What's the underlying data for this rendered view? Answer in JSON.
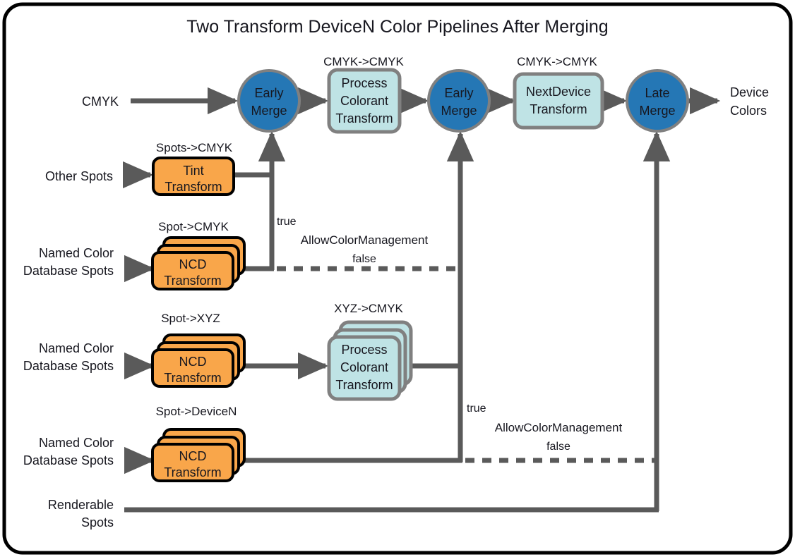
{
  "title": "Two Transform DeviceN Color Pipelines After Merging",
  "colors": {
    "frame_border": "#000000",
    "background": "#ffffff",
    "merge_fill": "#2577b5",
    "merge_stroke": "#808080",
    "process_fill": "#bfe3e5",
    "process_stroke": "#808080",
    "ncd_fill": "#f9a64a",
    "ncd_stroke": "#000000",
    "connector": "#5a5a5a",
    "text": "#17171f"
  },
  "nodes": {
    "early_merge_1": {
      "line1": "Early",
      "line2": "Merge"
    },
    "process_colorant_top": {
      "line1": "Process",
      "line2": "Colorant",
      "line3": "Transform"
    },
    "early_merge_2": {
      "line1": "Early",
      "line2": "Merge"
    },
    "next_device": {
      "line1": "NextDevice",
      "line2": "Transform"
    },
    "late_merge": {
      "line1": "Late",
      "line2": "Merge"
    },
    "tint_transform": {
      "line1": "Tint",
      "line2": "Transform"
    },
    "ncd_cmyk": {
      "line1": "NCD",
      "line2": "Transform"
    },
    "ncd_xyz": {
      "line1": "NCD",
      "line2": "Transform"
    },
    "process_colorant_xyz": {
      "line1": "Process",
      "line2": "Colorant",
      "line3": "Transform"
    },
    "ncd_devicen": {
      "line1": "NCD",
      "line2": "Transform"
    }
  },
  "edge_labels": {
    "cmyk_to_cmyk_1": "CMYK->CMYK",
    "cmyk_to_cmyk_2": "CMYK->CMYK",
    "spots_to_cmyk": "Spots->CMYK",
    "spot_to_cmyk": "Spot->CMYK",
    "spot_to_xyz": "Spot->XYZ",
    "xyz_to_cmyk": "XYZ->CMYK",
    "spot_to_devicen": "Spot->DeviceN"
  },
  "inputs": {
    "cmyk": "CMYK",
    "other_spots": "Other Spots",
    "named_color_1_line1": "Named Color",
    "named_color_1_line2": "Database Spots",
    "named_color_2_line1": "Named Color",
    "named_color_2_line2": "Database Spots",
    "named_color_3_line1": "Named Color",
    "named_color_3_line2": "Database Spots",
    "renderable_line1": "Renderable",
    "renderable_line2": "Spots"
  },
  "outputs": {
    "device_colors_line1": "Device",
    "device_colors_line2": "Colors"
  },
  "conditions": {
    "upper": {
      "true_label": "true",
      "name": "AllowColorManagement",
      "false_label": "false"
    },
    "lower": {
      "true_label": "true",
      "name": "AllowColorManagement",
      "false_label": "false"
    }
  }
}
